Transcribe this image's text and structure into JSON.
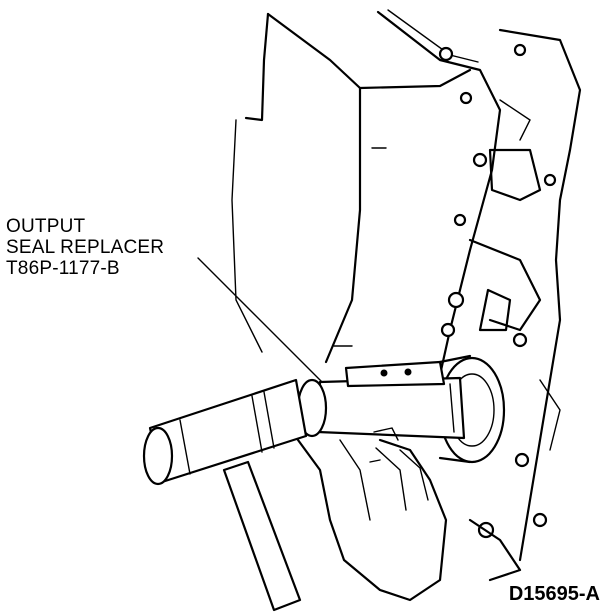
{
  "callout": {
    "line1": "OUTPUT",
    "line2": "SEAL REPLACER",
    "line3": "T86P-1177-B"
  },
  "figure_id": "D15695-A",
  "colors": {
    "ink": "#000000",
    "paper": "#ffffff"
  }
}
